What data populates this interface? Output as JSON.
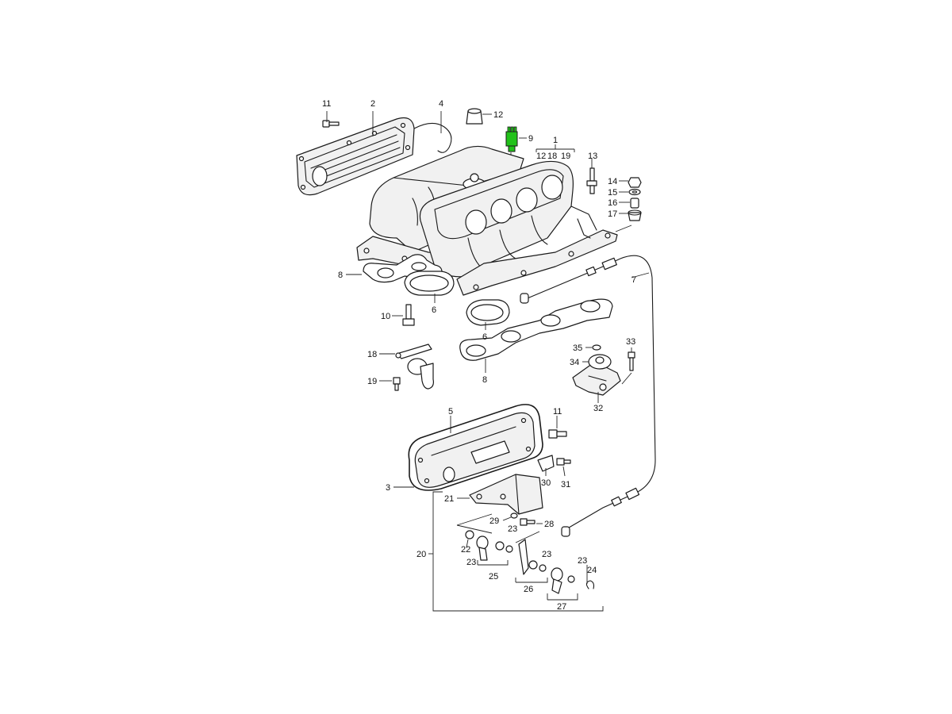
{
  "accent_color": "#22c21a",
  "callouts": [
    {
      "id": "c11a",
      "text": "11"
    },
    {
      "id": "c2",
      "text": "2"
    },
    {
      "id": "c4",
      "text": "4"
    },
    {
      "id": "c12",
      "text": "12"
    },
    {
      "id": "c9",
      "text": "9"
    },
    {
      "id": "c1",
      "text": "1"
    },
    {
      "id": "c1s12",
      "text": "12"
    },
    {
      "id": "c1s18",
      "text": "18"
    },
    {
      "id": "c1s19",
      "text": "19"
    },
    {
      "id": "c13",
      "text": "13"
    },
    {
      "id": "c14",
      "text": "14"
    },
    {
      "id": "c15",
      "text": "15"
    },
    {
      "id": "c16",
      "text": "16"
    },
    {
      "id": "c17",
      "text": "17"
    },
    {
      "id": "c7",
      "text": "7"
    },
    {
      "id": "c8a",
      "text": "8"
    },
    {
      "id": "c6a",
      "text": "6"
    },
    {
      "id": "c10",
      "text": "10"
    },
    {
      "id": "c6b",
      "text": "6"
    },
    {
      "id": "c18",
      "text": "18"
    },
    {
      "id": "c19",
      "text": "19"
    },
    {
      "id": "c8b",
      "text": "8"
    },
    {
      "id": "c35",
      "text": "35"
    },
    {
      "id": "c33",
      "text": "33"
    },
    {
      "id": "c34",
      "text": "34"
    },
    {
      "id": "c32",
      "text": "32"
    },
    {
      "id": "c5",
      "text": "5"
    },
    {
      "id": "c11b",
      "text": "11"
    },
    {
      "id": "c3",
      "text": "3"
    },
    {
      "id": "c30",
      "text": "30"
    },
    {
      "id": "c31",
      "text": "31"
    },
    {
      "id": "c21",
      "text": "21"
    },
    {
      "id": "c29",
      "text": "29"
    },
    {
      "id": "c28",
      "text": "28"
    },
    {
      "id": "c23a",
      "text": "23"
    },
    {
      "id": "c20",
      "text": "20"
    },
    {
      "id": "c22",
      "text": "22"
    },
    {
      "id": "c23b",
      "text": "23"
    },
    {
      "id": "c25",
      "text": "25"
    },
    {
      "id": "c23c",
      "text": "23"
    },
    {
      "id": "c23d",
      "text": "23"
    },
    {
      "id": "c24",
      "text": "24"
    },
    {
      "id": "c26",
      "text": "26"
    },
    {
      "id": "c27",
      "text": "27"
    }
  ]
}
